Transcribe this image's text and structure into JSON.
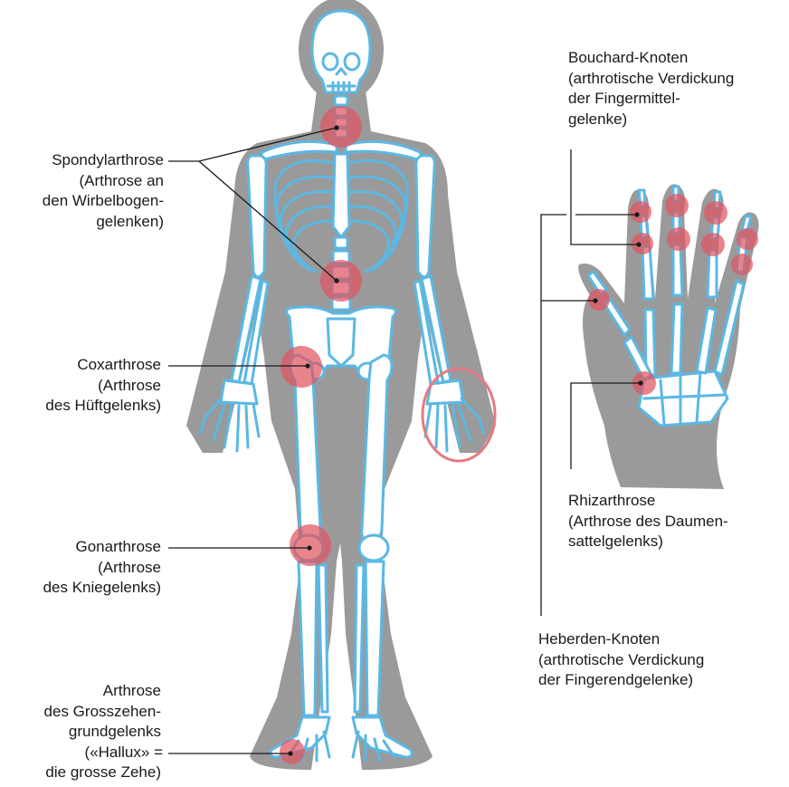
{
  "labels": {
    "spondyl": [
      "Spondylarthrose",
      "(Arthrose an",
      "den Wirbelbogen-",
      "gelenken)"
    ],
    "cox": [
      "Coxarthrose",
      "(Arthrose",
      "des Hüftgelenks)"
    ],
    "gon": [
      "Gonarthrose",
      "(Arthrose",
      "des Kniegelenks)"
    ],
    "hallux": [
      "Arthrose",
      "des Grosszehen-",
      "grundgelenks",
      "(«Hallux» =",
      "die grosse Zehe)"
    ],
    "bouchard": [
      "Bouchard-Knoten",
      "(arthrotische Verdickung",
      "der Fingermittel-",
      "gelenke)"
    ],
    "rhiz": [
      "Rhizarthrose",
      "(Arthrose des Daumen-",
      "sattelgelenks)"
    ],
    "heberden": [
      "Heberden-Knoten",
      "(arthrotische Verdickung",
      "der Fingerendgelenke)"
    ]
  },
  "colors": {
    "silhouette": "#9a9a9a",
    "bone_outline": "#5bb8e3",
    "affected_joint": "#e05561",
    "highlight_ring": "#e57a80"
  },
  "icons": [
    "body-silhouette",
    "skeleton",
    "hand-skeleton",
    "joint-marker",
    "highlight-ring"
  ]
}
